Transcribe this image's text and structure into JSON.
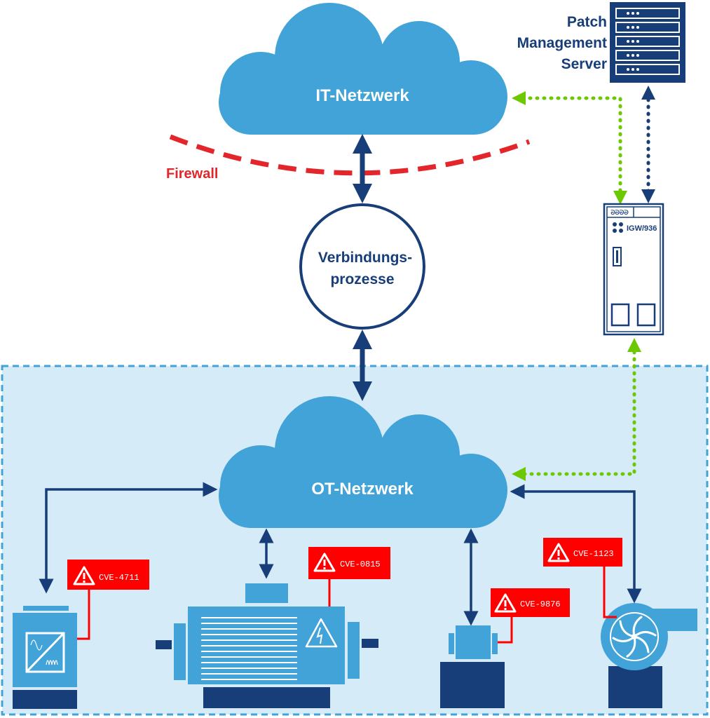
{
  "colors": {
    "cloud": "#41a3d8",
    "navy": "#173e78",
    "zone": "#d6ebf8",
    "alert": "#ff0000",
    "firewall": "#e3262b",
    "link": "#6cc800"
  },
  "it_network": {
    "label": "IT-Netzwerk"
  },
  "ot_network": {
    "label": "OT-Netzwerk"
  },
  "firewall": {
    "label": "Firewall"
  },
  "process": {
    "line1": "Verbindungs-",
    "line2": "prozesse"
  },
  "server": {
    "line1": "Patch",
    "line2": "Management",
    "line3": "Server",
    "icon": "server-rack-icon"
  },
  "gateway": {
    "label": "IGW/936",
    "icon": "gateway-device-icon"
  },
  "devices": [
    {
      "icon": "frequency-inverter-icon",
      "cve": "CVE-4711"
    },
    {
      "icon": "electric-motor-icon",
      "cve": "CVE-0815"
    },
    {
      "icon": "small-motor-icon",
      "cve": "CVE-9876"
    },
    {
      "icon": "pump-icon",
      "cve": "CVE-1123"
    }
  ]
}
